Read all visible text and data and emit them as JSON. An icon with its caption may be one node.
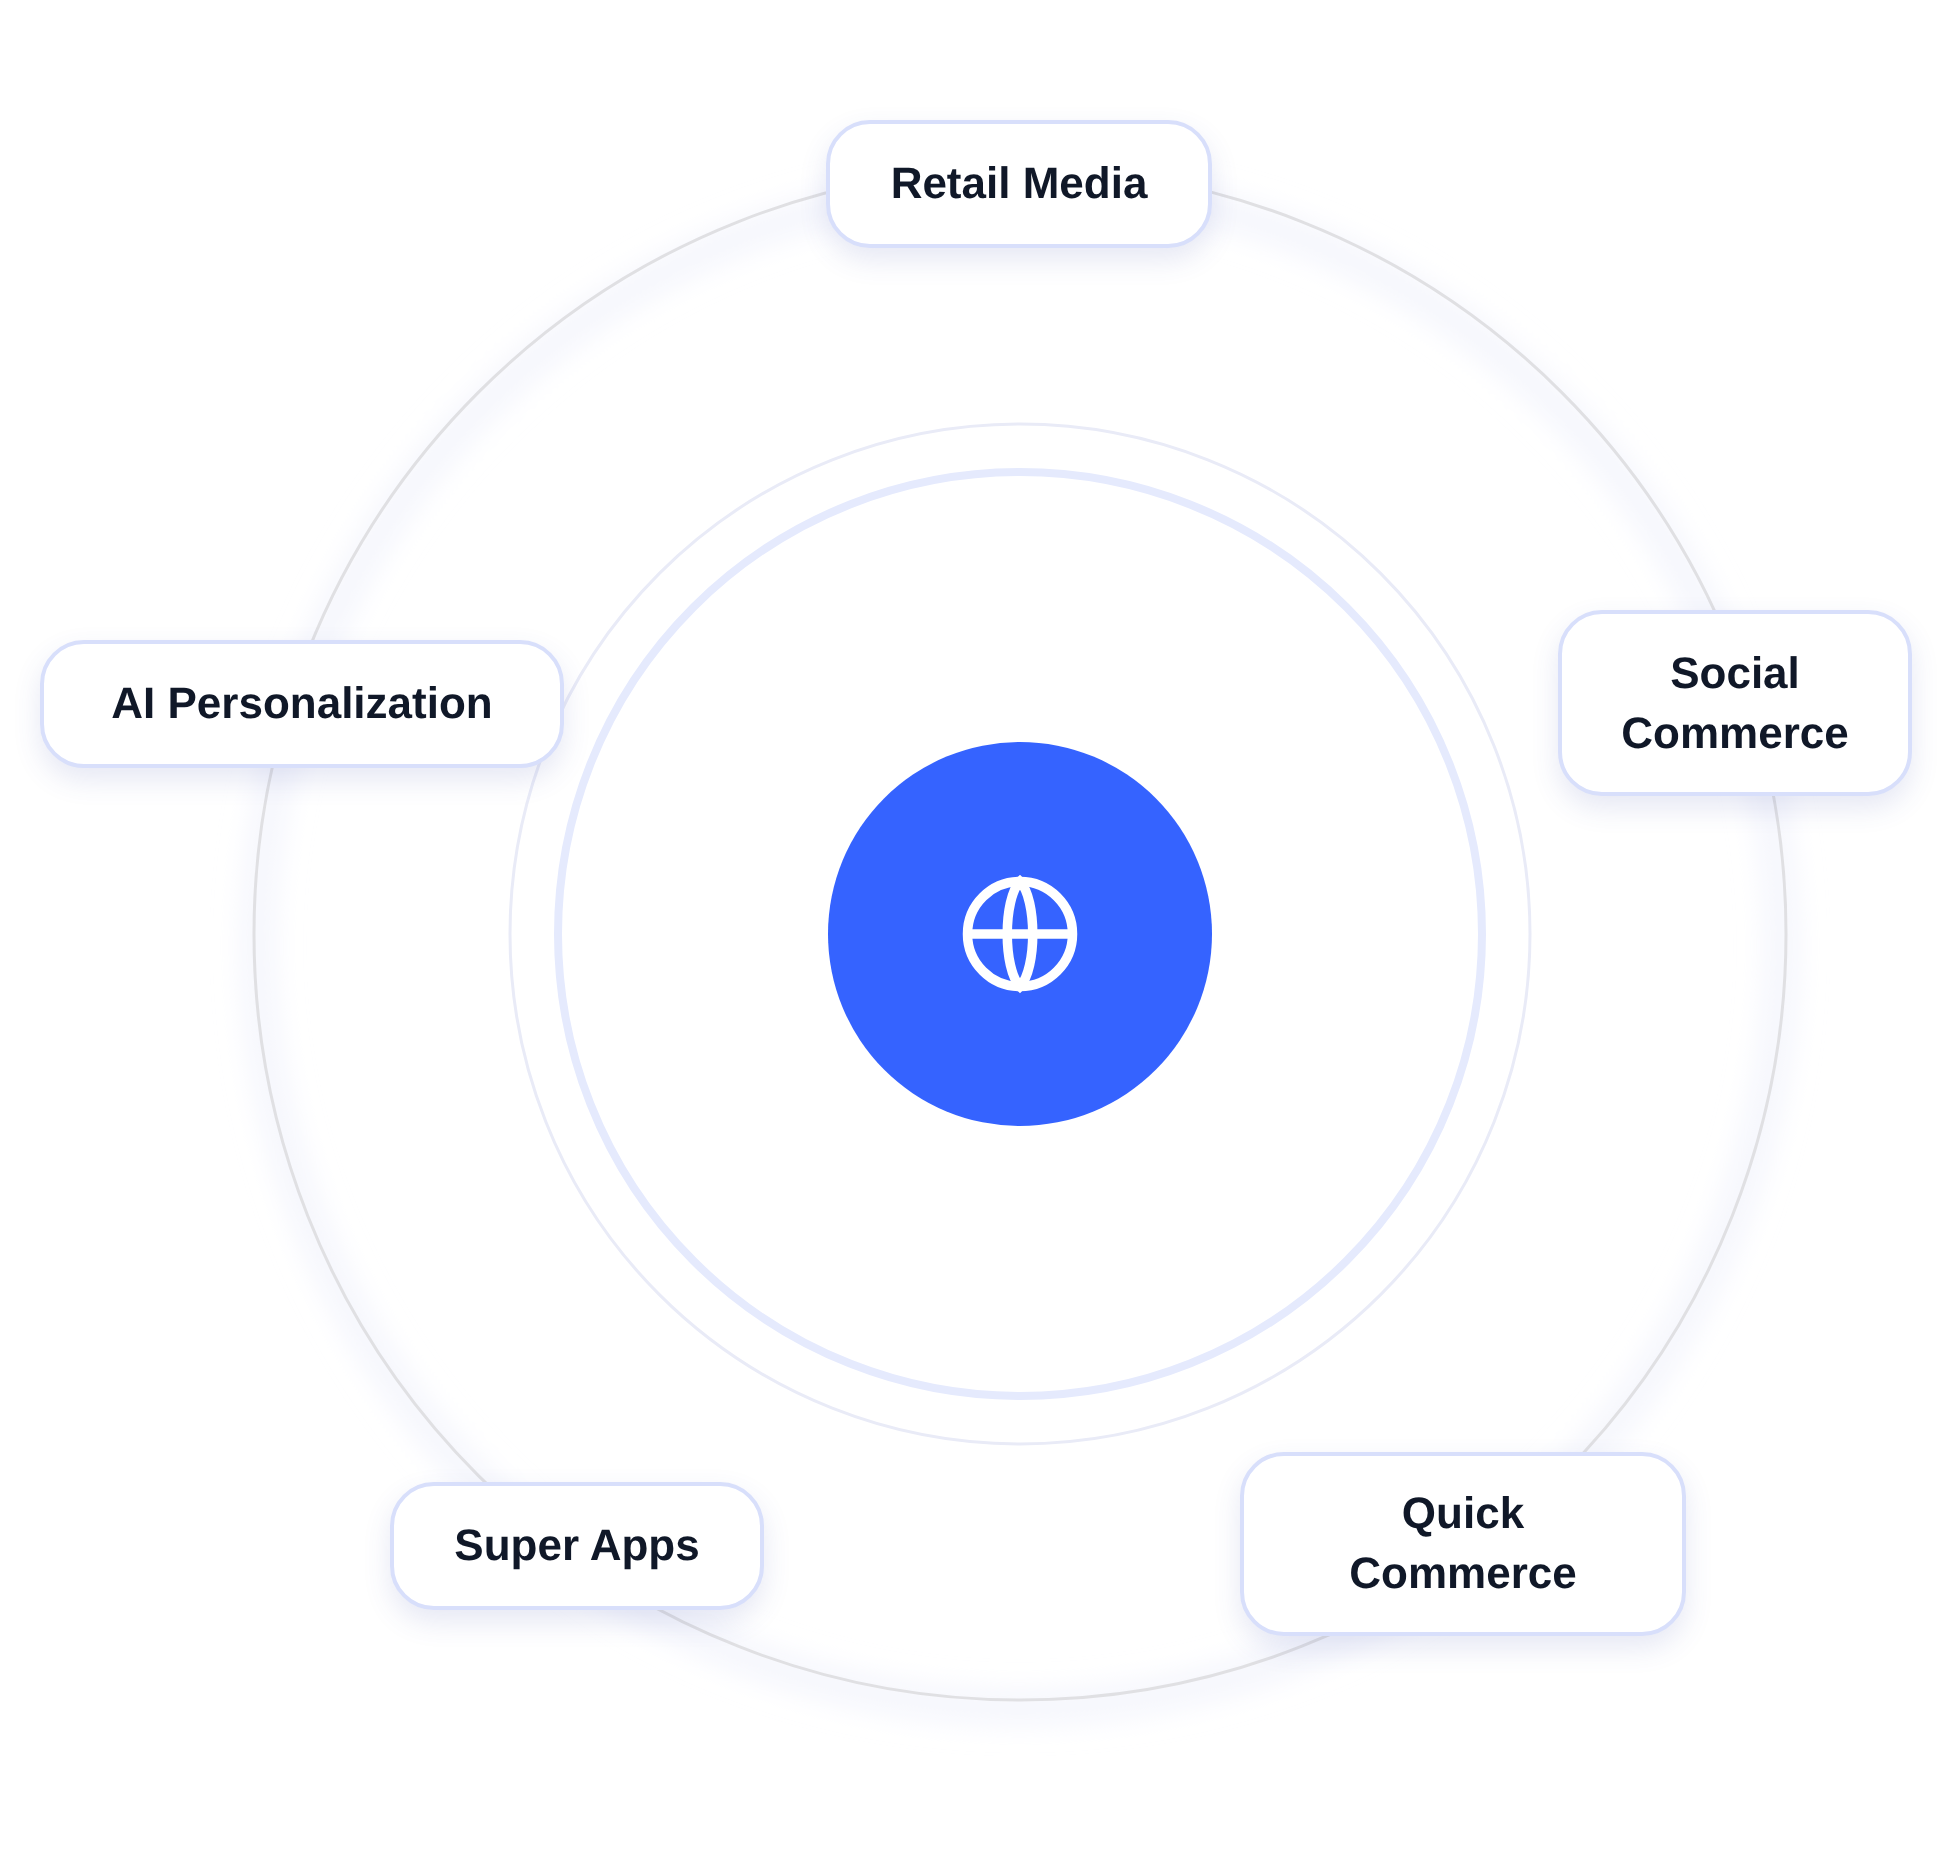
{
  "diagram": {
    "nodes": [
      {
        "text": [
          "Retail Media"
        ]
      },
      {
        "text": [
          "AI Personalization"
        ]
      },
      {
        "text": [
          "Social Commerce"
        ]
      },
      {
        "text": [],
        "shape": "circle"
      },
      {
        "text": [
          "Super Apps"
        ]
      },
      {
        "text": [
          "Quick Commerce"
        ]
      }
    ]
  }
}
